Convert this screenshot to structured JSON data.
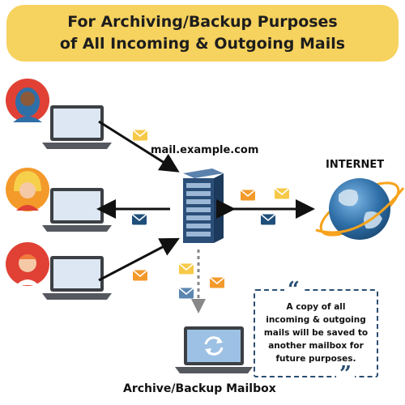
{
  "banner": {
    "line1": "For Archiving/Backup Purposes",
    "line2": "of All Incoming & Outgoing Mails"
  },
  "server": {
    "label": "mail.example.com"
  },
  "internet": {
    "label": "INTERNET"
  },
  "archive": {
    "label": "Archive/Backup Mailbox"
  },
  "note": {
    "text": "A copy of all incoming & outgoing mails will be saved to another mailbox for future purposes.",
    "open_quote": "“",
    "close_quote": "”"
  },
  "colors": {
    "banner": "#f6d25e",
    "arrow": "#111111",
    "envelope_orange": "#f39a2b",
    "envelope_yellow": "#f7c948",
    "envelope_blue": "#1f4f7a",
    "server": "#2b4f78",
    "globe": "#2f6fa8",
    "ring": "#f7a21b"
  }
}
